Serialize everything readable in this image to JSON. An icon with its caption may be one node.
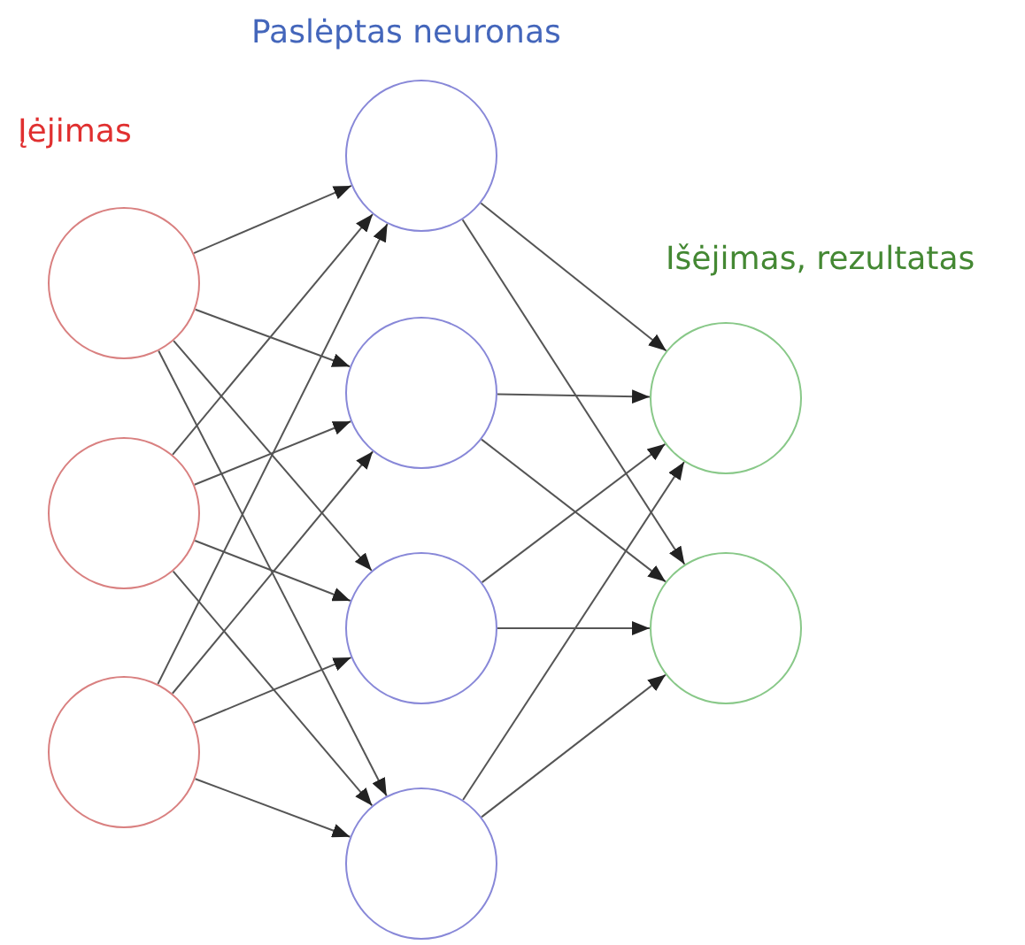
{
  "diagram": {
    "nodes": [
      {
        "text": [],
        "shape": "circle"
      },
      {
        "text": [],
        "shape": "circle"
      },
      {
        "text": [],
        "shape": "circle"
      },
      {
        "text": [],
        "shape": "circle"
      },
      {
        "text": [],
        "shape": "circle"
      },
      {
        "text": [],
        "shape": "circle"
      },
      {
        "text": [],
        "shape": "circle"
      },
      {
        "text": [],
        "shape": "circle"
      },
      {
        "text": [],
        "shape": "circle"
      }
    ],
    "edges": [
      {
        "from": 0,
        "to": 3,
        "arrow": "to"
      },
      {
        "from": 0,
        "to": 4,
        "arrow": "to"
      },
      {
        "from": 0,
        "to": 5,
        "arrow": "to"
      },
      {
        "from": 0,
        "to": 6,
        "arrow": "to"
      },
      {
        "from": 1,
        "to": 3,
        "arrow": "to"
      },
      {
        "from": 1,
        "to": 4,
        "arrow": "to"
      },
      {
        "from": 1,
        "to": 5,
        "arrow": "to"
      },
      {
        "from": 1,
        "to": 6,
        "arrow": "to"
      },
      {
        "from": 2,
        "to": 3,
        "arrow": "to"
      },
      {
        "from": 2,
        "to": 4,
        "arrow": "to"
      },
      {
        "from": 2,
        "to": 5,
        "arrow": "to"
      },
      {
        "from": 2,
        "to": 6,
        "arrow": "to"
      },
      {
        "from": 3,
        "to": 7,
        "arrow": "to"
      },
      {
        "from": 3,
        "to": 8,
        "arrow": "to"
      },
      {
        "from": 4,
        "to": 7,
        "arrow": "to"
      },
      {
        "from": 4,
        "to": 8,
        "arrow": "to"
      },
      {
        "from": 5,
        "to": 7,
        "arrow": "to"
      },
      {
        "from": 5,
        "to": 8,
        "arrow": "to"
      },
      {
        "from": 6,
        "to": 7,
        "arrow": "to"
      },
      {
        "from": 6,
        "to": 8,
        "arrow": "to"
      }
    ],
    "labels": [
      "Paslėptas neuronas",
      "Įėjimas",
      "Išėjimas, rezultatas"
    ]
  }
}
